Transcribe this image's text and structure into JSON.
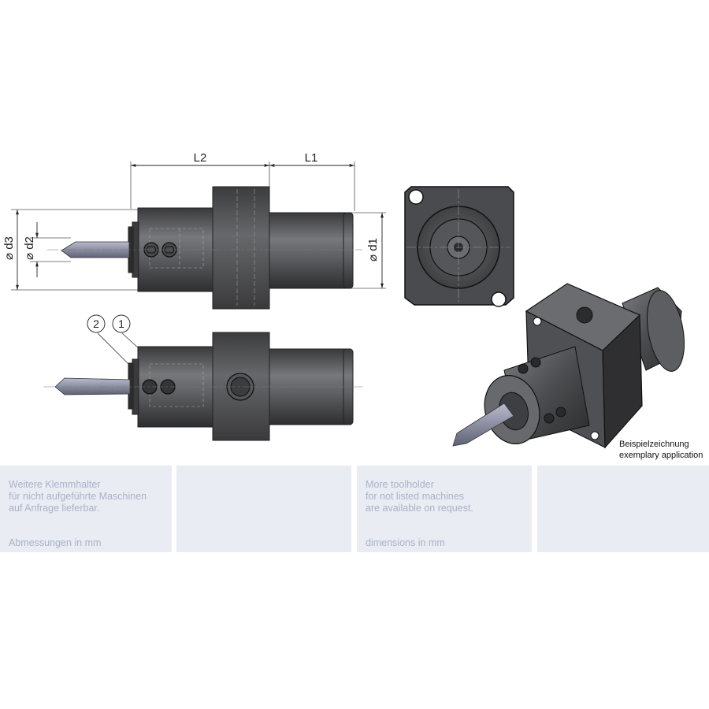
{
  "dimensions": {
    "L1": "L1",
    "L2": "L2",
    "d1": "⌀ d1",
    "d2": "⌀ d2",
    "d3": "⌀ d3"
  },
  "callouts": [
    "2",
    "1"
  ],
  "caption": {
    "line1": "Beispielzeichnung",
    "line2": "exemplary application"
  },
  "panels": {
    "de": {
      "lines": [
        "Weitere Klemmhalter",
        "für nicht aufgeführte Maschinen",
        "auf Anfrage lieferbar."
      ],
      "unit": "Abmessungen in mm"
    },
    "en": {
      "lines": [
        "More toolholder",
        "for not listed machines",
        "are available on request."
      ],
      "unit": "dimensions in mm"
    }
  }
}
